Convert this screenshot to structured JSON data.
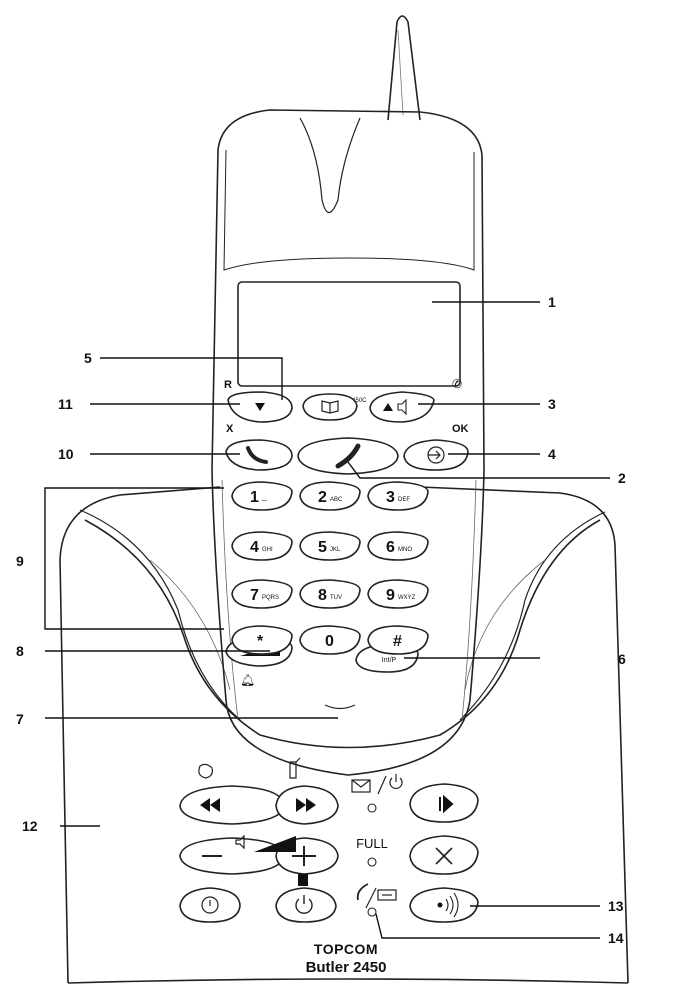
{
  "callouts": [
    "1",
    "2",
    "3",
    "4",
    "5",
    "6",
    "7",
    "8",
    "9",
    "10",
    "11",
    "12",
    "13",
    "14"
  ],
  "handset": {
    "model_label": "Butler 2450C",
    "marks": {
      "r": "R",
      "x": "X",
      "ok": "OK"
    },
    "keypad": [
      {
        "digit": "1",
        "sub": "⌴"
      },
      {
        "digit": "2",
        "sub": "ABC"
      },
      {
        "digit": "3",
        "sub": "DEF"
      },
      {
        "digit": "4",
        "sub": "GHI"
      },
      {
        "digit": "5",
        "sub": "JKL"
      },
      {
        "digit": "6",
        "sub": "MNO"
      },
      {
        "digit": "7",
        "sub": "PQRS"
      },
      {
        "digit": "8",
        "sub": "TUV"
      },
      {
        "digit": "9",
        "sub": "WXYZ"
      },
      {
        "digit": "*",
        "sub": ""
      },
      {
        "digit": "0",
        "sub": ""
      },
      {
        "digit": "#",
        "sub": ""
      }
    ],
    "intercom_key": "Int/P"
  },
  "base": {
    "full_label": "FULL",
    "brand": "TOPCOM",
    "model": "Butler 2450"
  }
}
